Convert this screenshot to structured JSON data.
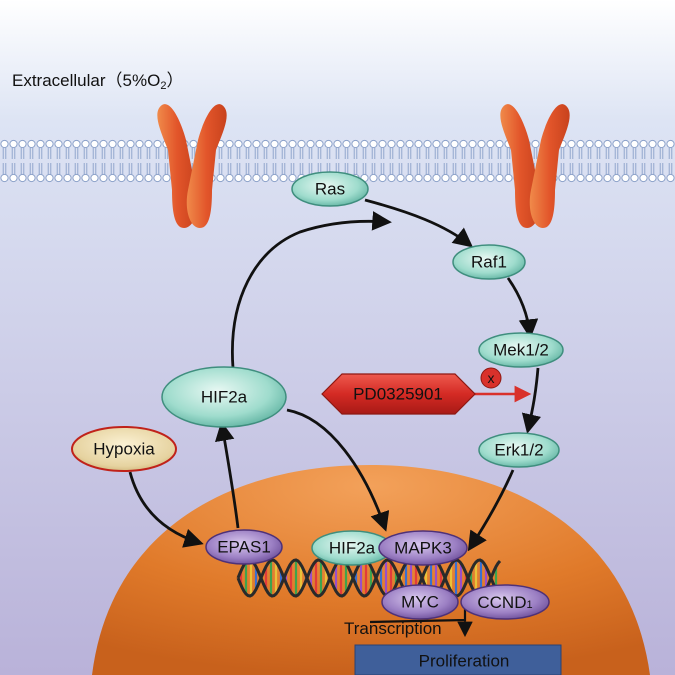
{
  "labels": {
    "extracellular": "Extracellular（5%O",
    "o2_subscript": "2",
    "close_paren": "）",
    "transcription": "Transcription",
    "proliferation": "Proliferation",
    "inhibit_mark": "x"
  },
  "nodes": {
    "ras": "Ras",
    "raf1": "Raf1",
    "mek": "Mek1/2",
    "erk": "Erk1/2",
    "hif2a": "HIF2a",
    "hypoxia": "Hypoxia",
    "inhibitor": "PD0325901",
    "epas1": "EPAS1",
    "hif2a_nucleus": "HIF2a",
    "mapk3": "MAPK3",
    "myc": "MYC",
    "ccnd_main": "CCND",
    "ccnd_sub": "1"
  },
  "colors": {
    "teal_node": "#8fd3c4",
    "purple_node": "#9a7cc0",
    "inhibitor_red": "#d9312b",
    "nucleus_orange": "#e07a2a",
    "proliferation_blue": "#3f5f9a",
    "receptor_orange": "#e8652e"
  }
}
